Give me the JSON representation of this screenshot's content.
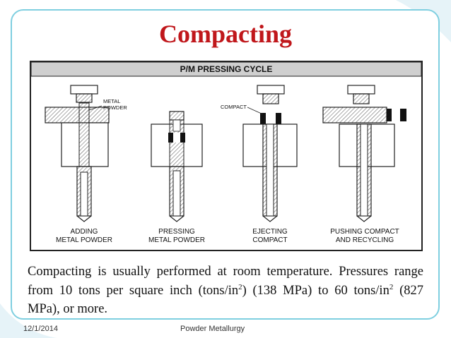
{
  "slide": {
    "title": "Compacting",
    "body_parts": {
      "p1": "Compacting is usually performed at room temperature. Pressures range from 10 tons per square inch (tons/in",
      "sup1": "2",
      "p2": ") (138 MPa) to 60 tons/in",
      "sup2": "2",
      "p3": " (827 MPa), or more."
    },
    "footer_date": "12/1/2014",
    "footer_title": "Powder Metallurgy"
  },
  "diagram": {
    "header": "P/M PRESSING CYCLE",
    "callout_powder_1": "METAL",
    "callout_powder_2": "POWDER",
    "callout_compact": "COMPACT",
    "stages": [
      {
        "line1": "ADDING",
        "line2": "METAL POWDER"
      },
      {
        "line1": "PRESSING",
        "line2": "METAL POWDER"
      },
      {
        "line1": "EJECTING",
        "line2": "COMPACT"
      },
      {
        "line1": "PUSHING COMPACT",
        "line2": "AND RECYCLING"
      }
    ]
  },
  "colors": {
    "title": "#c0171b",
    "frame": "#7fcfe0",
    "header_bar": "#cfcfcf"
  }
}
